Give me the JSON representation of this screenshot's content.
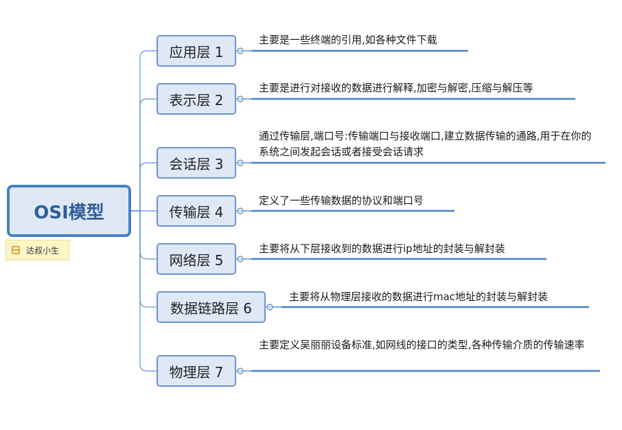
{
  "root": {
    "title": "OSI模型"
  },
  "tag": {
    "label": "达叔小生"
  },
  "colors": {
    "line": "#4a80c4",
    "node_fill": "#dfe8f5",
    "root_border": "#4a80c4"
  },
  "layers": [
    {
      "name": "应用层 1",
      "description": "主要是一些终端的引用,如各种文件下载"
    },
    {
      "name": "表示层 2",
      "description": "主要是进行对接收的数据进行解释,加密与解密,压缩与解压等"
    },
    {
      "name": "会话层 3",
      "description": "通过传输层,端口号:传输端口与接收端口,建立数据传输的通路,用于在你的系统之间发起会话或者接受会话请求"
    },
    {
      "name": "传输层 4",
      "description": "定义了一些传输数据的协议和端口号"
    },
    {
      "name": "网络层 5",
      "description": "主要将从下层接收到的数据进行ip地址的封装与解封装"
    },
    {
      "name": "数据链路层 6",
      "description": "主要将从物理层接收的数据进行mac地址的封装与解封装"
    },
    {
      "name": "物理层 7",
      "description": "主要定义吴丽丽设备标准,如网线的接口的类型,各种传输介质的传输速率"
    }
  ]
}
